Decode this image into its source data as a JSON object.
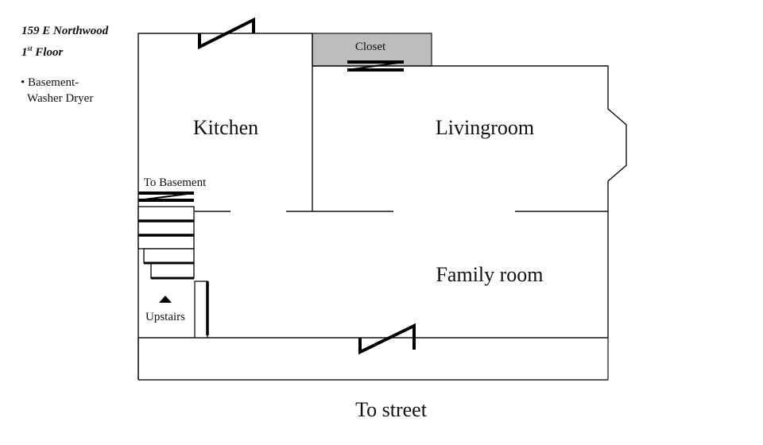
{
  "header": {
    "address": "159 E Northwood",
    "floor_number": "1",
    "floor_suffix": "st",
    "floor_word": "Floor"
  },
  "notes": [
    {
      "bullet": "•",
      "line1": "Basement-",
      "line2": "Washer Dryer"
    }
  ],
  "rooms": {
    "kitchen": "Kitchen",
    "livingroom": "Livingroom",
    "family_room": "Family room",
    "closet": "Closet"
  },
  "labels": {
    "to_basement": "To Basement",
    "upstairs": "Upstairs",
    "to_street": "To street"
  },
  "colors": {
    "wall": "#111111",
    "closet_fill": "#bdbdbd",
    "porch_rail": "#9a9a9a"
  }
}
